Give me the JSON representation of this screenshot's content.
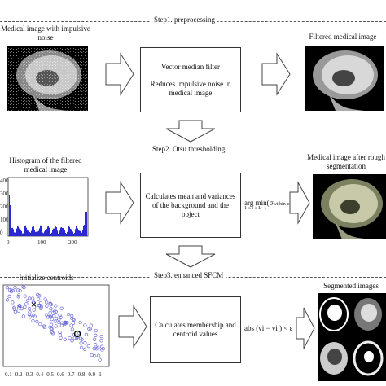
{
  "steps": {
    "step1": "Step1. preprocessing",
    "step2": "Step2. Otsu thresholding",
    "step3": "Step3. enhanced SFCM"
  },
  "row1": {
    "input_label": "Medical image with impulsive noise",
    "box_title": "Vector median filter",
    "box_desc": "Reduces impulsive noise in medical image",
    "output_label": "Filtered medical image"
  },
  "row2": {
    "input_label": "Histogram of the filtered medical image",
    "box_desc": "Calculates mean and variances of the background and the object",
    "formula_main": "arg min(σ",
    "formula_sub": "within-class",
    "formula_close": ")",
    "formula_range": "1 ≤ t ≤ L−1",
    "output_label": "Medical image after rough segmentation",
    "hist_yticks": [
      "400",
      "300",
      "200",
      "100",
      "0"
    ],
    "hist_xticks": [
      "0",
      "100",
      "200"
    ]
  },
  "row3": {
    "input_label": "Initialize centroids",
    "box_desc": "Calculates membership and centroid values",
    "formula": "abs (v",
    "formula_rest": "i − v",
    "formula_end": "i ) < ε",
    "output_label": "Segmented images",
    "scatter_xticks": [
      "0.1",
      "0.2",
      "0.3",
      "0.4",
      "0.5",
      "0.6",
      "0.7",
      "0.8",
      "0.9",
      "1"
    ]
  },
  "colors": {
    "histogram": "#2a2ad0",
    "scatter": "#6b6bd6",
    "arrow_fill": "#ffffff",
    "arrow_stroke": "#444444"
  }
}
